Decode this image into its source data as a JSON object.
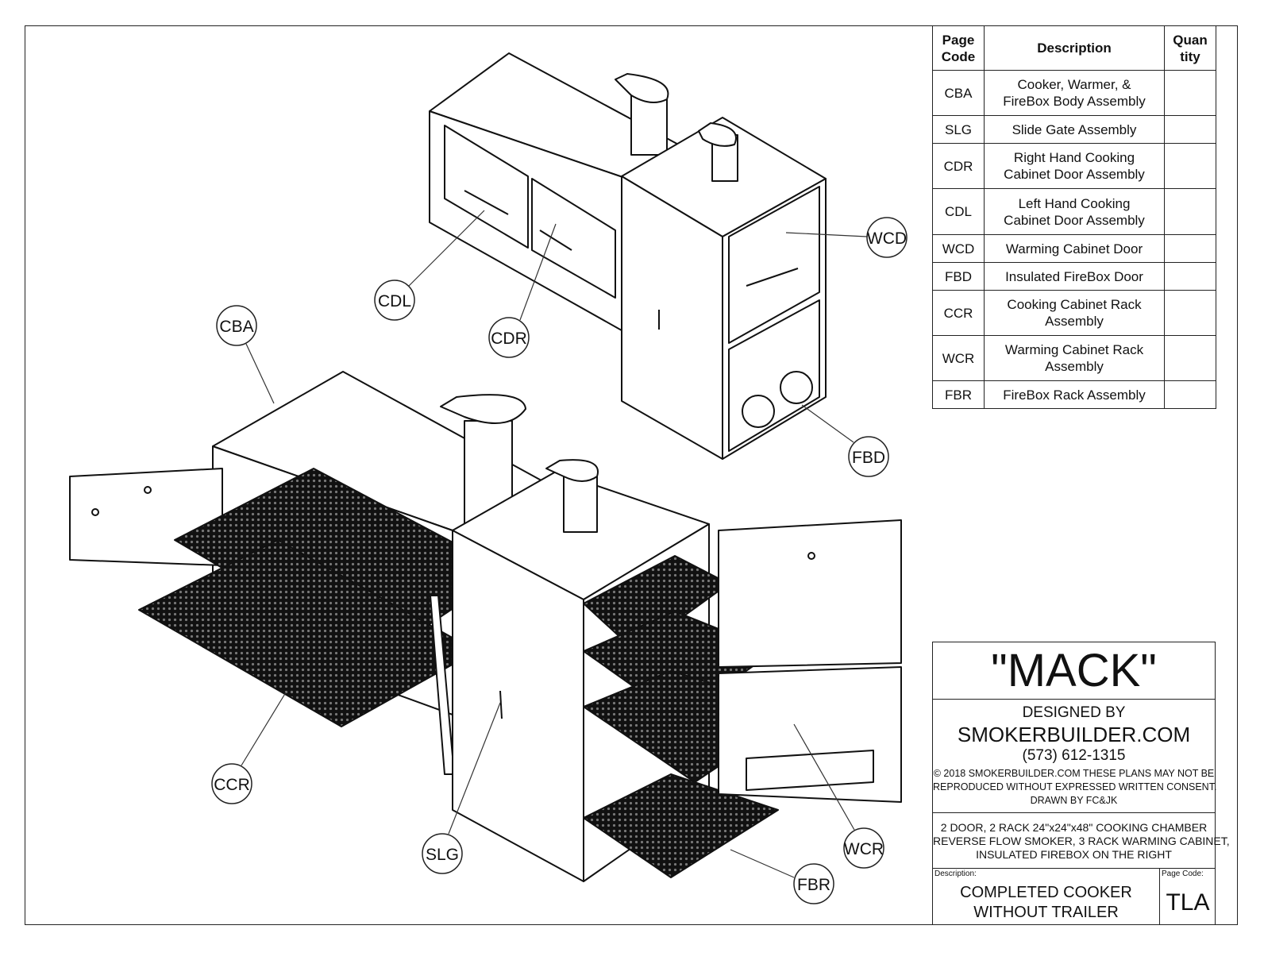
{
  "bom": {
    "headers": {
      "code": "Page Code",
      "description": "Description",
      "quantity": "Quantity"
    },
    "header_code_lines": [
      "Page",
      "Code"
    ],
    "header_qty_lines": [
      "Quan",
      "tity"
    ],
    "rows": [
      {
        "code": "CBA",
        "description": [
          "Cooker, Warmer, &",
          "FireBox Body Assembly"
        ],
        "quantity": ""
      },
      {
        "code": "SLG",
        "description": [
          "Slide Gate Assembly"
        ],
        "quantity": ""
      },
      {
        "code": "CDR",
        "description": [
          "Right Hand Cooking",
          "Cabinet Door Assembly"
        ],
        "quantity": ""
      },
      {
        "code": "CDL",
        "description": [
          "Left Hand Cooking",
          "Cabinet Door Assembly"
        ],
        "quantity": ""
      },
      {
        "code": "WCD",
        "description": [
          "Warming Cabinet Door"
        ],
        "quantity": ""
      },
      {
        "code": "FBD",
        "description": [
          "Insulated FireBox Door"
        ],
        "quantity": ""
      },
      {
        "code": "CCR",
        "description": [
          "Cooking Cabinet Rack",
          "Assembly"
        ],
        "quantity": ""
      },
      {
        "code": "WCR",
        "description": [
          "Warming Cabinet Rack",
          "Assembly"
        ],
        "quantity": ""
      },
      {
        "code": "FBR",
        "description": [
          "FireBox Rack Assembly"
        ],
        "quantity": ""
      }
    ]
  },
  "title_block": {
    "name": "\"MACK\"",
    "designed_by": "DESIGNED BY",
    "company": "SMOKERBUILDER.COM",
    "phone": "(573) 612-1315",
    "copyright_1": "© 2018 SMOKERBUILDER.COM THESE PLANS MAY NOT BE",
    "copyright_2": "REPRODUCED WITHOUT EXPRESSED WRITTEN CONSENT.",
    "drawn_by": "DRAWN BY FC&JK",
    "spec_1": "2 DOOR, 2 RACK 24\"x24\"x48\" COOKING CHAMBER",
    "spec_2": "REVERSE FLOW SMOKER, 3 RACK WARMING CABINET,",
    "spec_3": "INSULATED FIREBOX ON THE RIGHT",
    "description_label": "Description:",
    "description_1": "COMPLETED COOKER",
    "description_2": "WITHOUT TRAILER",
    "page_code_label": "Page Code:",
    "page_code": "TLA"
  },
  "callouts": [
    "CDL",
    "CDR",
    "CBA",
    "WCD",
    "FBD",
    "CCR",
    "SLG",
    "WCR",
    "FBR"
  ]
}
